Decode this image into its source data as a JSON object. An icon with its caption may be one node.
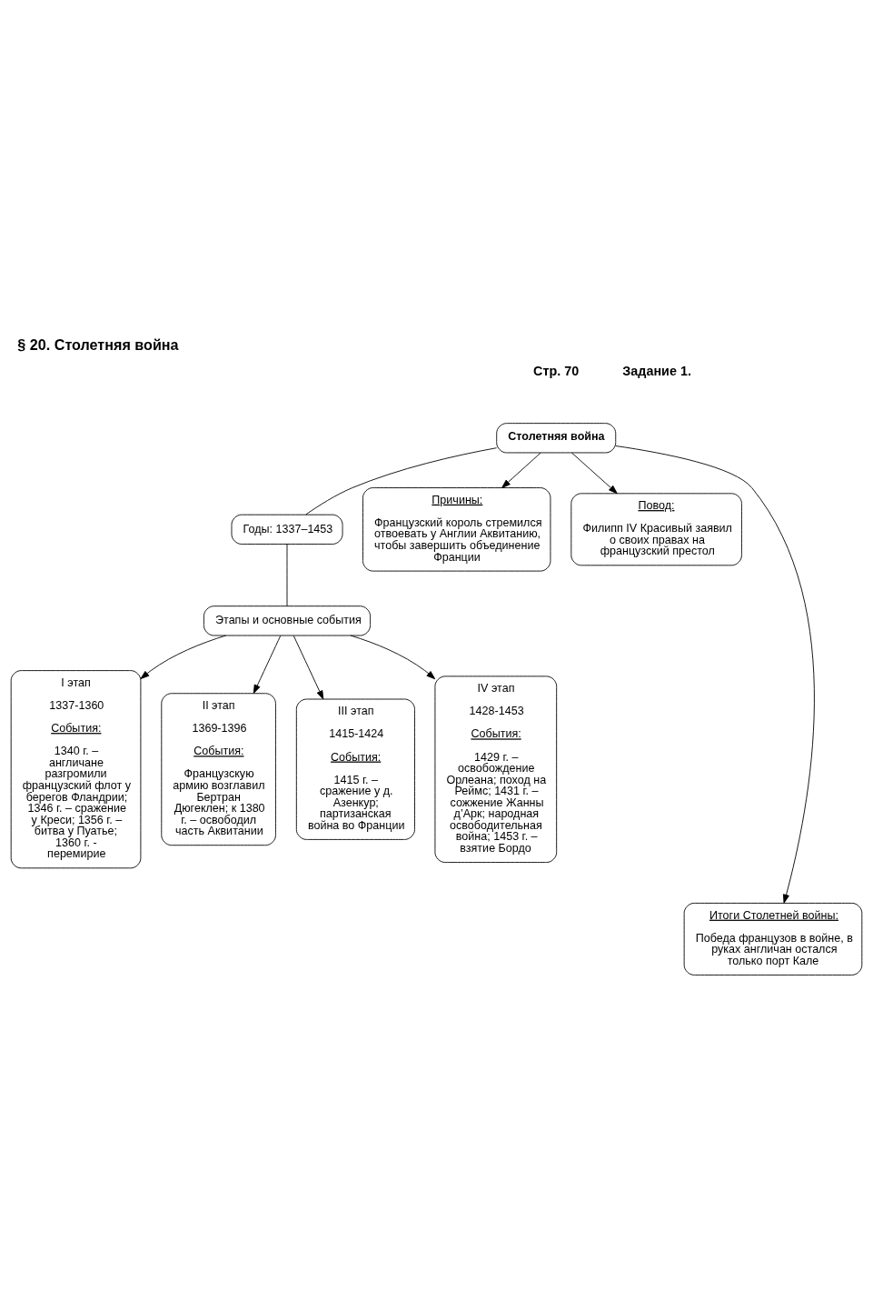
{
  "diagram": {
    "title": "§ 20. Столетняя война",
    "nodes": [
      {
        "text": [
          "Столетняя война"
        ]
      },
      {
        "text": [
          "Годы: 1337–1453"
        ]
      },
      {
        "text": [
          "Причины:",
          "Французский король стремился отвоевать у Англии Аквитанию, чтобы завершить объединение Франции"
        ]
      },
      {
        "text": [
          "Повод:",
          "Филипп IV Красивый заявил о своих правах на французский престол"
        ]
      },
      {
        "text": [
          "Этапы и основные события"
        ]
      },
      {
        "text": [
          "I этап",
          "1337-1360",
          "События:",
          "1340 г. – англичане разгромили французский флот у берегов Фландрии; 1346 г. – сражение у Креси; 1356 г. – битва у Пуатье; 1360 г. - перемирие"
        ]
      },
      {
        "text": [
          "II этап",
          "1369-1396",
          "События:",
          "Французскую армию возглавил Бертран Дюгеклен; к 1380 г. – освободил часть Аквитании"
        ]
      },
      {
        "text": [
          "III этап",
          "1415-1424",
          "События:",
          "1415 г. – сражение у д. Азенкур; партизанская война во Франции"
        ]
      },
      {
        "text": [
          "IV этап",
          "1428-1453",
          "События:",
          "1429 г. – освобождение Орлеана; поход на Реймс; 1431 г. – сожжение Жанны д’Арк; народная освободительная война; 1453 г. – взятие Бордо"
        ]
      },
      {
        "text": [
          "Итоги Столетней войны:",
          "Победа французов в войне, в руках англичан остался только порт Кале"
        ]
      }
    ],
    "edges": [
      {
        "from": 0,
        "to": 2,
        "arrow": "to"
      },
      {
        "from": 0,
        "to": 3,
        "arrow": "to"
      },
      {
        "from": 0,
        "to": 1,
        "arrow": "none"
      },
      {
        "from": 1,
        "to": 4,
        "arrow": "none"
      },
      {
        "from": 4,
        "to": 5,
        "arrow": "to"
      },
      {
        "from": 4,
        "to": 6,
        "arrow": "to"
      },
      {
        "from": 4,
        "to": 7,
        "arrow": "to"
      },
      {
        "from": 4,
        "to": 8,
        "arrow": "to"
      },
      {
        "from": 0,
        "to": 9,
        "arrow": "to"
      }
    ],
    "labels": [
      "Стр. 70",
      "Задание 1."
    ]
  }
}
